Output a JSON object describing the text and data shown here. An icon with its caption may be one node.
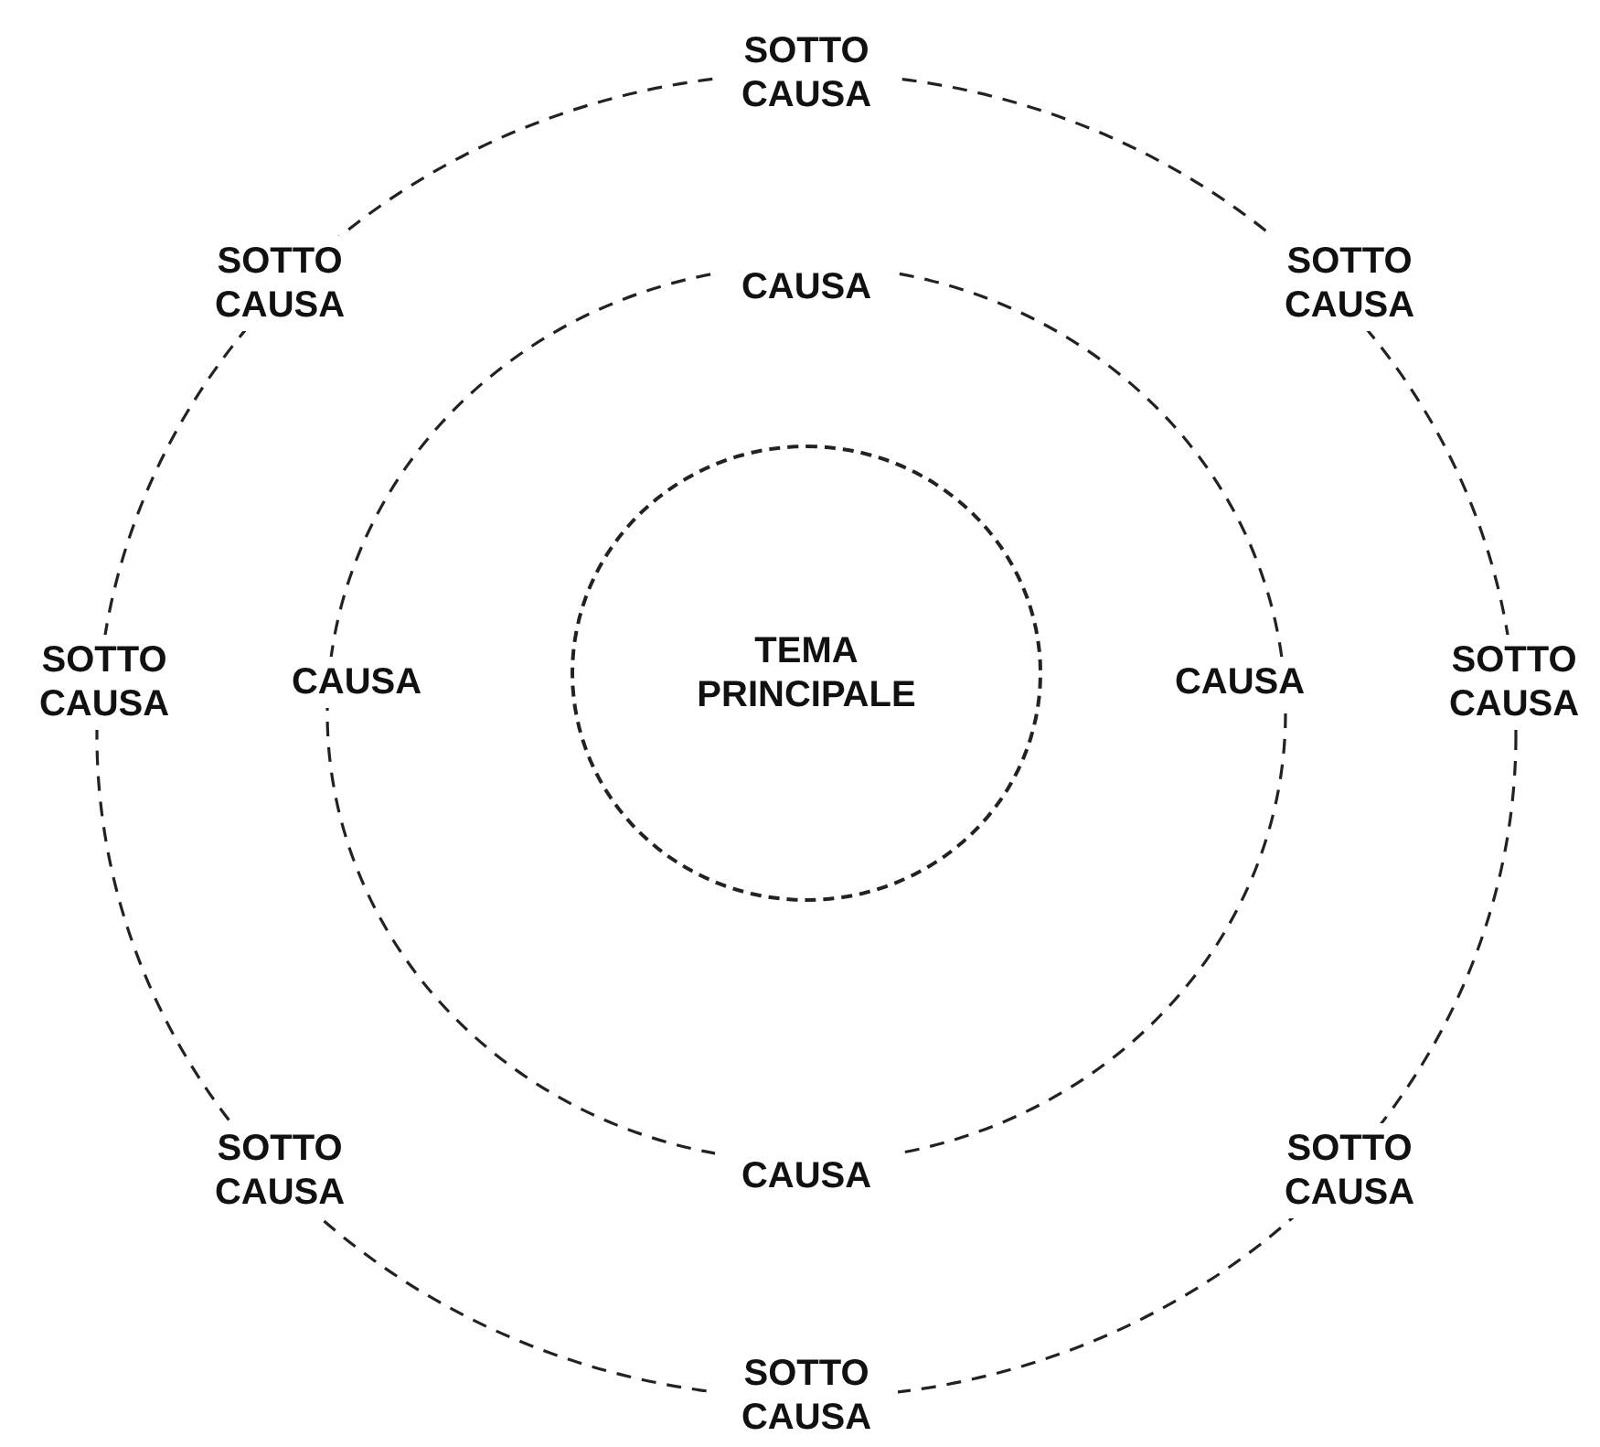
{
  "diagram": {
    "nodes": [
      {
        "text": [
          "TEMA PRINCIPALE"
        ]
      }
    ],
    "labels": [
      "SOTTO CAUSA",
      "SOTTO CAUSA",
      "CAUSA",
      "SOTTO CAUSA",
      "SOTTO CAUSA",
      "CAUSA",
      "CAUSA",
      "SOTTO CAUSA",
      "SOTTO CAUSA",
      "CAUSA",
      "SOTTO CAUSA",
      "SOTTO CAUSA"
    ]
  }
}
